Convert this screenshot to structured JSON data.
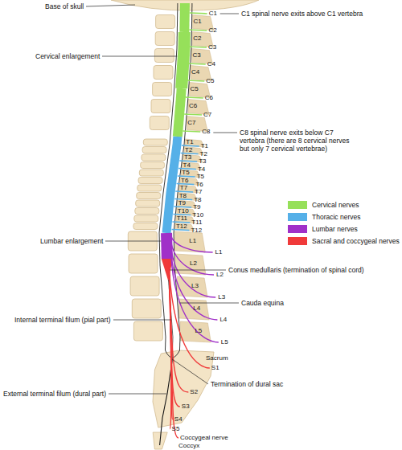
{
  "diagram": {
    "labels": [
      "Base of skull",
      "C1 spinal nerve exits above C1 vertebra",
      "Cervical enlargement",
      "C8 spinal nerve exits below C7 vertebra (there are 8 cervical nerves but only 7 cervical vertebrae)",
      "Lumbar enlargement",
      "Conus medullaris (termination of spinal cord)",
      "Cauda equina",
      "Internal terminal filum (pial part)",
      "External terminal filum (dural part)",
      "Termination of dural sac",
      "Sacrum",
      "Coccyx",
      "Coccygeal nerve",
      "C1",
      "C2",
      "C3",
      "C4",
      "C5",
      "C6",
      "C7",
      "C8",
      "C1",
      "C2",
      "C3",
      "C4",
      "C5",
      "C6",
      "C7",
      "T1",
      "T2",
      "T3",
      "T4",
      "T5",
      "T6",
      "T7",
      "T8",
      "T9",
      "T10",
      "T11",
      "T12",
      "T1",
      "T2",
      "T3",
      "T4",
      "T5",
      "T6",
      "T7",
      "T8",
      "T9",
      "T10",
      "T11",
      "T12",
      "L1",
      "L2",
      "L3",
      "L4",
      "L5",
      "L1",
      "L2",
      "L3",
      "L4",
      "L5",
      "S1",
      "S2",
      "S3",
      "S4",
      "S5"
    ],
    "legend": [
      {
        "text": "Cervical nerves",
        "color": "#96e05a"
      },
      {
        "text": "Thoracic nerves",
        "color": "#55b0e8"
      },
      {
        "text": "Lumbar nerves",
        "color": "#a030c8"
      },
      {
        "text": "Sacral and coccygeal nerves",
        "color": "#f03a3a"
      }
    ]
  }
}
